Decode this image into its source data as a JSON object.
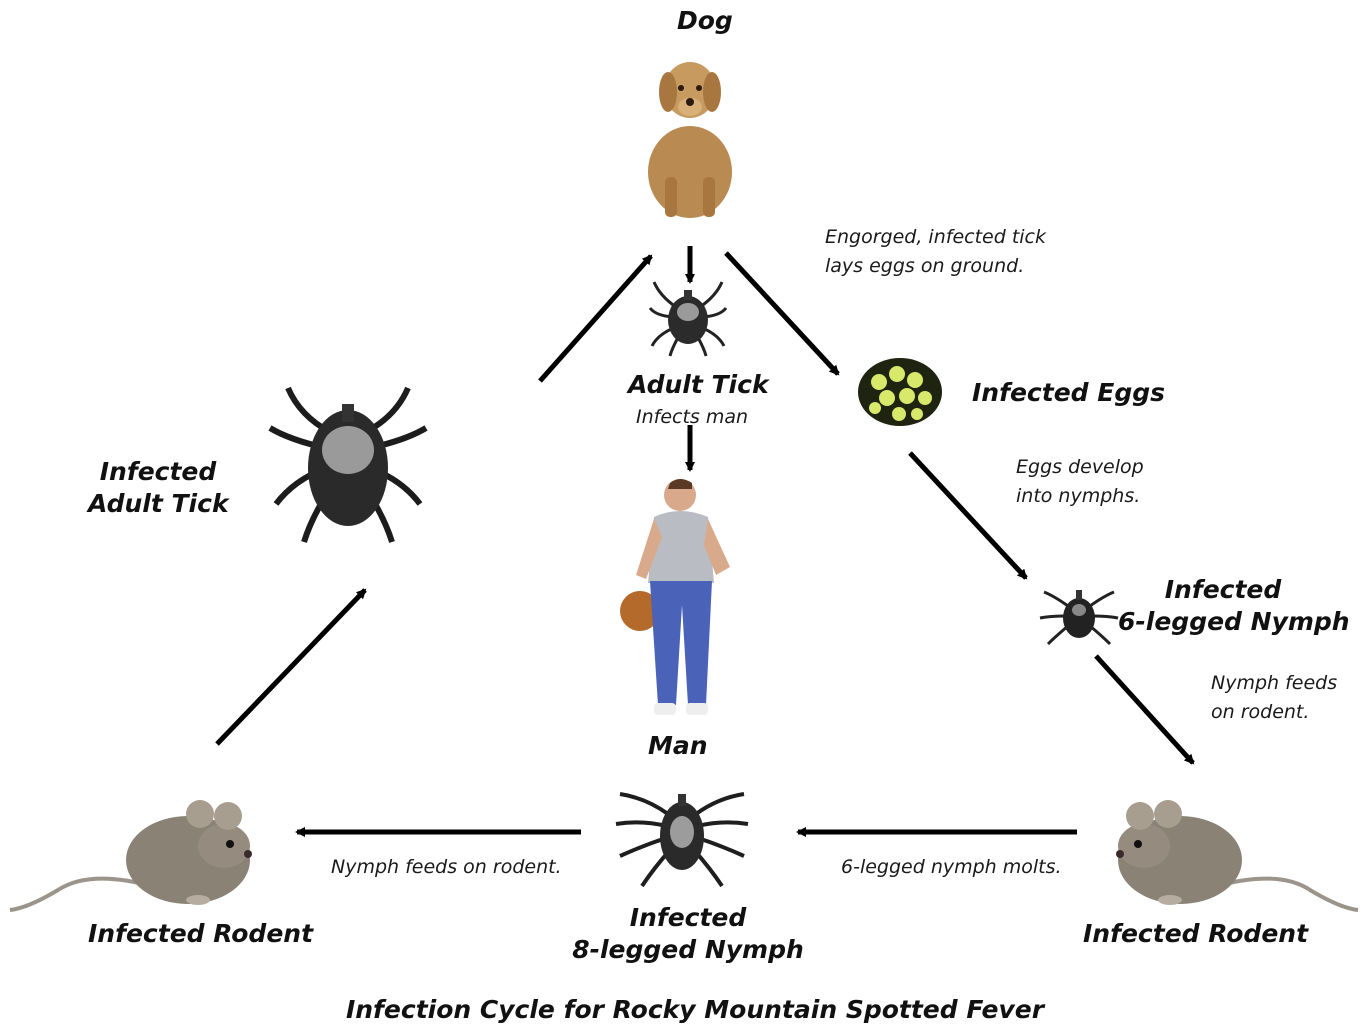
{
  "title": "Infection Cycle for Rocky Mountain Spotted Fever",
  "nodes": {
    "dog": "Dog",
    "adult_tick": "Adult Tick",
    "adult_tick_note": "Infects man",
    "man": "Man",
    "infected_eggs": "Infected Eggs",
    "six_legged_nymph": [
      "Infected",
      "6-legged Nymph"
    ],
    "eight_legged_nymph": [
      "Infected",
      "8-legged Nymph"
    ],
    "infected_adult_tick": [
      "Infected",
      "Adult Tick"
    ],
    "rodent_left": "Infected Rodent",
    "rodent_right": "Infected Rodent"
  },
  "notes": {
    "dog_to_eggs": [
      "Engorged, infected tick",
      "lays eggs on ground."
    ],
    "eggs_to_nymph": [
      "Eggs develop",
      "into nymphs."
    ],
    "nymph_to_rodent": [
      "Nymph feeds",
      "on rodent."
    ],
    "molts": "6-legged nymph molts.",
    "feeds": "Nymph feeds on rodent."
  },
  "colors": {
    "arrow": "#000000",
    "egg_fill": "#d8e86a",
    "dog": "#b98a52",
    "rodent": "#8a8275",
    "shirt": "#b9bcc2",
    "jeans": "#4a63b8"
  }
}
